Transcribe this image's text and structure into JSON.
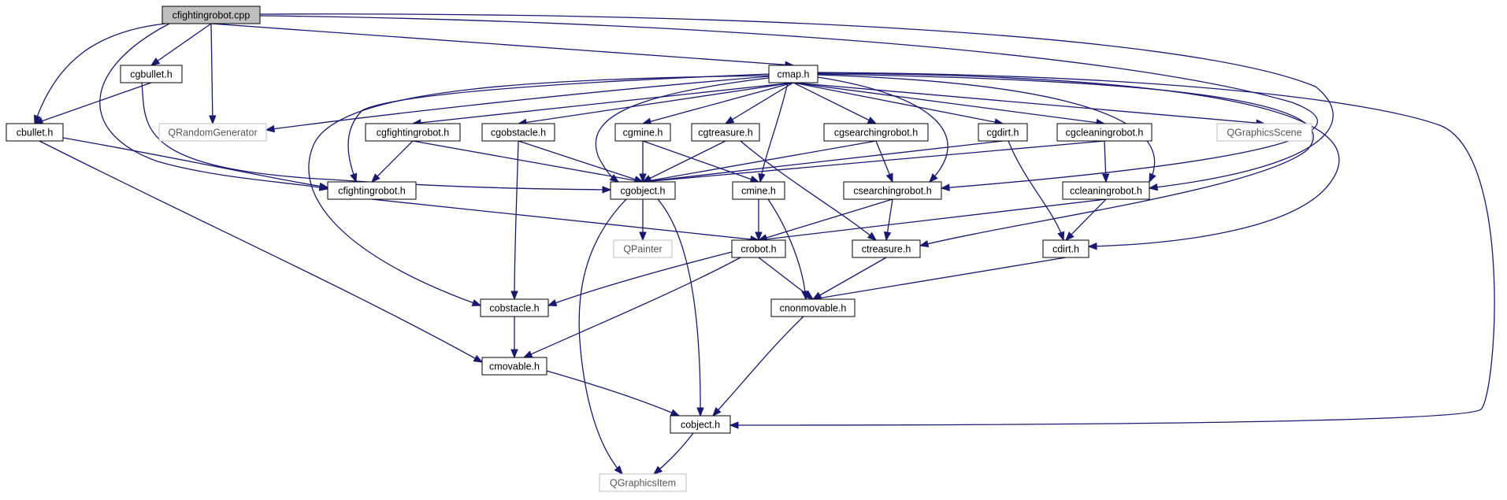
{
  "colors": {
    "edge": "#191970",
    "root_fill": "#bfbfbf",
    "external_border": "#bfbfbf",
    "node_border": "#000000"
  },
  "nodes": {
    "cfightingrobot_cpp": {
      "label": "cfightingrobot.cpp",
      "kind": "root"
    },
    "cgbullet_h": {
      "label": "cgbullet.h",
      "kind": "header"
    },
    "cmap_h": {
      "label": "cmap.h",
      "kind": "header"
    },
    "cbullet_h": {
      "label": "cbullet.h",
      "kind": "header"
    },
    "qrandomgenerator": {
      "label": "QRandomGenerator",
      "kind": "external"
    },
    "cgfightingrobot_h": {
      "label": "cgfightingrobot.h",
      "kind": "header"
    },
    "cgobstacle_h": {
      "label": "cgobstacle.h",
      "kind": "header"
    },
    "cgmine_h": {
      "label": "cgmine.h",
      "kind": "header"
    },
    "cgtreasure_h": {
      "label": "cgtreasure.h",
      "kind": "header"
    },
    "cgsearchingrobot_h": {
      "label": "cgsearchingrobot.h",
      "kind": "header"
    },
    "cgdirt_h": {
      "label": "cgdirt.h",
      "kind": "header"
    },
    "cgcleaningrobot_h": {
      "label": "cgcleaningrobot.h",
      "kind": "header"
    },
    "qgraphicsscene": {
      "label": "QGraphicsScene",
      "kind": "external"
    },
    "cfightingrobot_h": {
      "label": "cfightingrobot.h",
      "kind": "header"
    },
    "cgobject_h": {
      "label": "cgobject.h",
      "kind": "header"
    },
    "cmine_h": {
      "label": "cmine.h",
      "kind": "header"
    },
    "csearchingrobot_h": {
      "label": "csearchingrobot.h",
      "kind": "header"
    },
    "ccleaningrobot_h": {
      "label": "ccleaningrobot.h",
      "kind": "header"
    },
    "qpainter": {
      "label": "QPainter",
      "kind": "external"
    },
    "crobot_h": {
      "label": "crobot.h",
      "kind": "header"
    },
    "ctreasure_h": {
      "label": "ctreasure.h",
      "kind": "header"
    },
    "cdirt_h": {
      "label": "cdirt.h",
      "kind": "header"
    },
    "cobstacle_h": {
      "label": "cobstacle.h",
      "kind": "header"
    },
    "cnonmovable_h": {
      "label": "cnonmovable.h",
      "kind": "header"
    },
    "cmovable_h": {
      "label": "cmovable.h",
      "kind": "header"
    },
    "cobject_h": {
      "label": "cobject.h",
      "kind": "header"
    },
    "qgraphicsitem": {
      "label": "QGraphicsItem",
      "kind": "external"
    }
  },
  "edges": [
    [
      "cfightingrobot_cpp",
      "cgbullet_h"
    ],
    [
      "cfightingrobot_cpp",
      "cbullet_h"
    ],
    [
      "cfightingrobot_cpp",
      "qrandomgenerator"
    ],
    [
      "cfightingrobot_cpp",
      "cmap_h"
    ],
    [
      "cfightingrobot_cpp",
      "cfightingrobot_h"
    ],
    [
      "cfightingrobot_cpp",
      "csearchingrobot_h"
    ],
    [
      "cfightingrobot_cpp",
      "ccleaningrobot_h"
    ],
    [
      "cgbullet_h",
      "cbullet_h"
    ],
    [
      "cgbullet_h",
      "cgobject_h"
    ],
    [
      "cbullet_h",
      "cfightingrobot_h"
    ],
    [
      "cbullet_h",
      "cmovable_h"
    ],
    [
      "cmap_h",
      "qrandomgenerator"
    ],
    [
      "cmap_h",
      "cgfightingrobot_h"
    ],
    [
      "cmap_h",
      "cgobstacle_h"
    ],
    [
      "cmap_h",
      "cgmine_h"
    ],
    [
      "cmap_h",
      "cgtreasure_h"
    ],
    [
      "cmap_h",
      "cgsearchingrobot_h"
    ],
    [
      "cmap_h",
      "cgdirt_h"
    ],
    [
      "cmap_h",
      "cgcleaningrobot_h"
    ],
    [
      "cmap_h",
      "qgraphicsscene"
    ],
    [
      "cmap_h",
      "cfightingrobot_h"
    ],
    [
      "cmap_h",
      "cgobject_h"
    ],
    [
      "cmap_h",
      "cmine_h"
    ],
    [
      "cmap_h",
      "csearchingrobot_h"
    ],
    [
      "cmap_h",
      "ccleaningrobot_h"
    ],
    [
      "cmap_h",
      "ctreasure_h"
    ],
    [
      "cmap_h",
      "cdirt_h"
    ],
    [
      "cmap_h",
      "cobstacle_h"
    ],
    [
      "cmap_h",
      "cobject_h"
    ],
    [
      "cgfightingrobot_h",
      "cfightingrobot_h"
    ],
    [
      "cgfightingrobot_h",
      "cgobject_h"
    ],
    [
      "cgobstacle_h",
      "cgobject_h"
    ],
    [
      "cgobstacle_h",
      "cobstacle_h"
    ],
    [
      "cgmine_h",
      "cgobject_h"
    ],
    [
      "cgmine_h",
      "cmine_h"
    ],
    [
      "cgtreasure_h",
      "cgobject_h"
    ],
    [
      "cgtreasure_h",
      "ctreasure_h"
    ],
    [
      "cgsearchingrobot_h",
      "cgobject_h"
    ],
    [
      "cgsearchingrobot_h",
      "csearchingrobot_h"
    ],
    [
      "cgdirt_h",
      "cgobject_h"
    ],
    [
      "cgdirt_h",
      "cdirt_h"
    ],
    [
      "cgcleaningrobot_h",
      "cgobject_h"
    ],
    [
      "cgcleaningrobot_h",
      "ccleaningrobot_h"
    ],
    [
      "cfightingrobot_h",
      "crobot_h"
    ],
    [
      "cgobject_h",
      "qpainter"
    ],
    [
      "cgobject_h",
      "qgraphicsitem"
    ],
    [
      "cgobject_h",
      "cobject_h"
    ],
    [
      "cmine_h",
      "crobot_h"
    ],
    [
      "cmine_h",
      "cnonmovable_h"
    ],
    [
      "csearchingrobot_h",
      "crobot_h"
    ],
    [
      "csearchingrobot_h",
      "ctreasure_h"
    ],
    [
      "ccleaningrobot_h",
      "crobot_h"
    ],
    [
      "ccleaningrobot_h",
      "cdirt_h"
    ],
    [
      "crobot_h",
      "cobstacle_h"
    ],
    [
      "crobot_h",
      "cmovable_h"
    ],
    [
      "crobot_h",
      "cnonmovable_h"
    ],
    [
      "ctreasure_h",
      "cnonmovable_h"
    ],
    [
      "cdirt_h",
      "cnonmovable_h"
    ],
    [
      "cobstacle_h",
      "cmovable_h"
    ],
    [
      "cnonmovable_h",
      "cobject_h"
    ],
    [
      "cmovable_h",
      "cobject_h"
    ],
    [
      "cobject_h",
      "qgraphicsitem"
    ]
  ]
}
